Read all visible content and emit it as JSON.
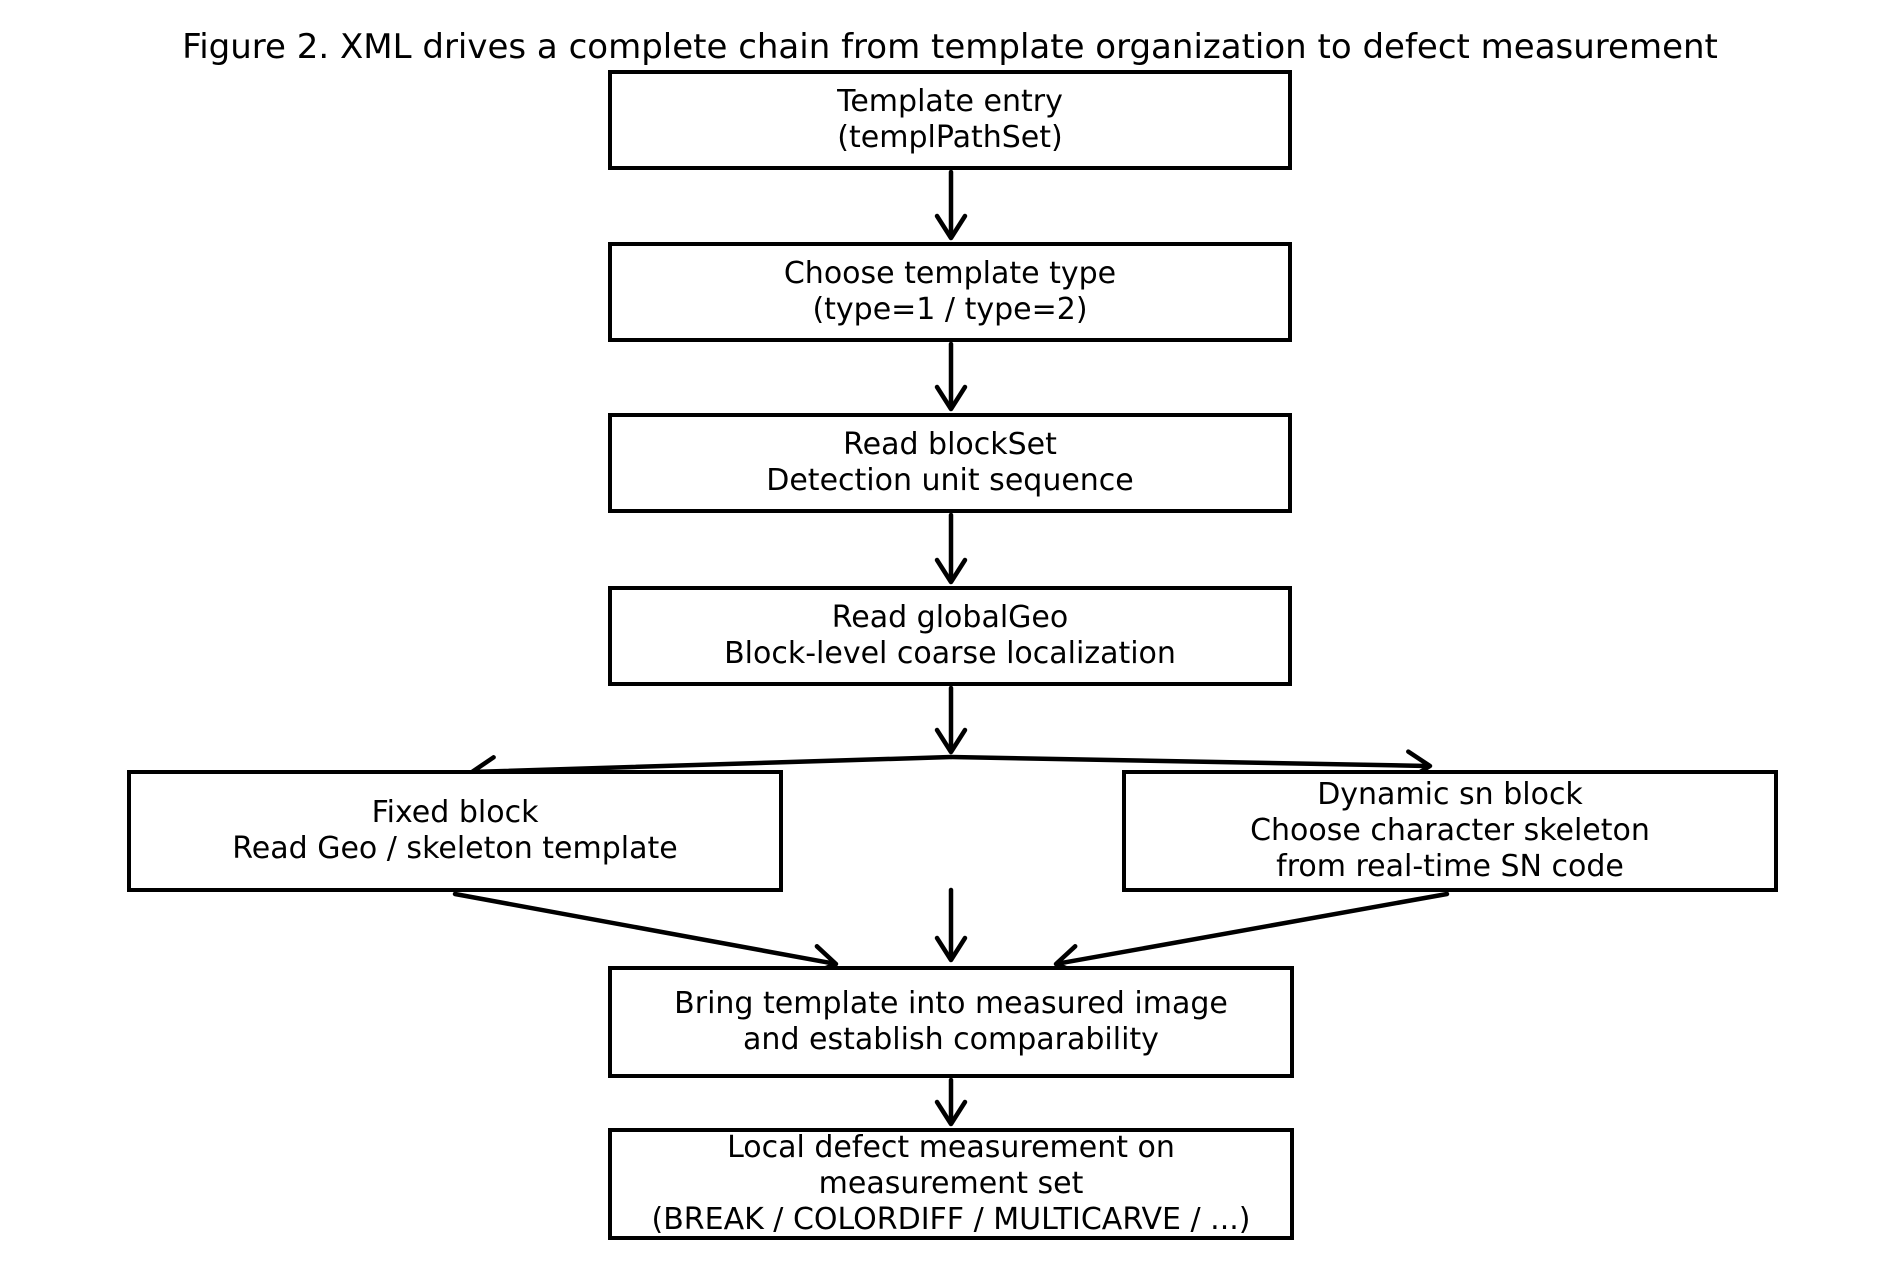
{
  "figure": {
    "title": "Figure 2. XML drives a complete chain from template organization to defect measurement"
  },
  "diagram": {
    "type": "flowchart",
    "colors": {
      "stroke": "#000000",
      "box_fill": "#ffffff",
      "text": "#000000",
      "background": "#ffffff"
    },
    "nodes": [
      {
        "id": "template-entry",
        "lines": [
          "Template entry",
          "(templPathSet)"
        ]
      },
      {
        "id": "choose-template-type",
        "lines": [
          "Choose template type",
          "(type=1 / type=2)"
        ]
      },
      {
        "id": "read-blockset",
        "lines": [
          "Read blockSet",
          "Detection unit sequence"
        ]
      },
      {
        "id": "read-globalgeo",
        "lines": [
          "Read globalGeo",
          "Block-level coarse localization"
        ]
      },
      {
        "id": "fixed-block",
        "lines": [
          "Fixed block",
          "Read Geo / skeleton template"
        ]
      },
      {
        "id": "dynamic-sn-block",
        "lines": [
          "Dynamic sn block",
          "Choose character skeleton",
          "from real-time SN code"
        ]
      },
      {
        "id": "bring-template",
        "lines": [
          "Bring template into measured image",
          "and establish comparability"
        ]
      },
      {
        "id": "local-defect",
        "lines": [
          "Local defect measurement on",
          "measurement set",
          "(BREAK / COLORDIFF / MULTICARVE / ...)"
        ]
      }
    ],
    "edges": [
      {
        "from": "template-entry",
        "to": "choose-template-type"
      },
      {
        "from": "choose-template-type",
        "to": "read-blockset"
      },
      {
        "from": "read-blockset",
        "to": "read-globalgeo"
      },
      {
        "from": "read-globalgeo",
        "to": "fixed-block"
      },
      {
        "from": "read-globalgeo",
        "to": "dynamic-sn-block"
      },
      {
        "from": "read-globalgeo",
        "to": "bring-template"
      },
      {
        "from": "fixed-block",
        "to": "bring-template"
      },
      {
        "from": "dynamic-sn-block",
        "to": "bring-template"
      },
      {
        "from": "bring-template",
        "to": "local-defect"
      }
    ]
  }
}
